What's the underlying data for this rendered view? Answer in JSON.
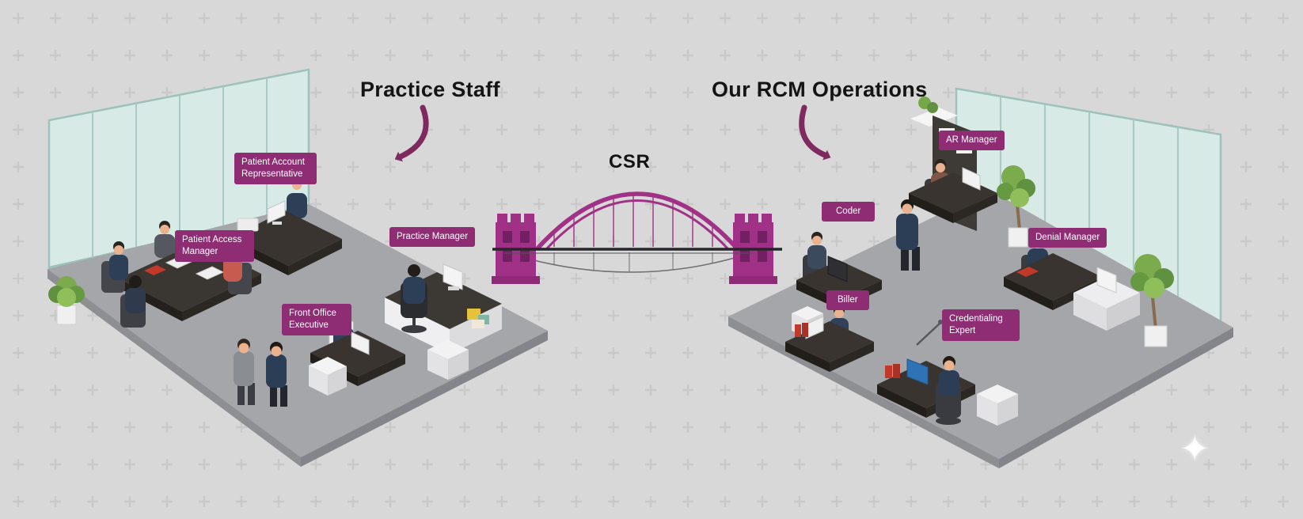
{
  "left_section": {
    "title": "Practice Staff",
    "roles": [
      {
        "label": "Patient Account Representative"
      },
      {
        "label": "Patient Access Manager"
      },
      {
        "label": "Practice Manager"
      },
      {
        "label": "Front Office Executive"
      }
    ]
  },
  "right_section": {
    "title": "Our RCM Operations",
    "roles": [
      {
        "label": "AR Manager"
      },
      {
        "label": "Coder"
      },
      {
        "label": "Denial Manager"
      },
      {
        "label": "Biller"
      },
      {
        "label": "Credentialing Expert"
      }
    ]
  },
  "bridge": {
    "label": "CSR"
  },
  "icons": {
    "sparkle": "✦"
  },
  "colors": {
    "background": "#d9d8d8",
    "pattern_plus": "#cac9c9",
    "badge": "#8e2d73",
    "bridge": "#a03186",
    "arrow": "#7f2a5e",
    "glass_wall": "#d8eae6",
    "floor": "#a5a6aa",
    "title_text": "#141414"
  }
}
